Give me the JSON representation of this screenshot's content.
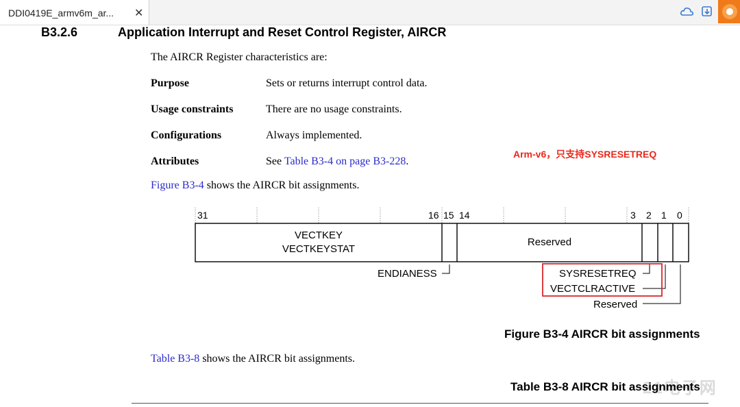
{
  "tab": {
    "title": "DDI0419E_armv6m_ar...",
    "close": "✕"
  },
  "toolbar": {
    "icons": [
      "cloud-icon",
      "download-icon",
      "app-logo-icon"
    ]
  },
  "section": {
    "number": "B3.2.6",
    "title": "Application Interrupt and Reset Control Register, AIRCR"
  },
  "intro": "The AIRCR Register characteristics are:",
  "props": [
    {
      "label": "Purpose",
      "value": "Sets or returns interrupt control data."
    },
    {
      "label": "Usage constraints",
      "value": "There are no usage constraints."
    },
    {
      "label": "Configurations",
      "value": "Always implemented."
    },
    {
      "label": "Attributes",
      "value_prefix": "See ",
      "value_link": "Table B3-4 on page B3-228",
      "value_suffix": "."
    }
  ],
  "figure_ref": {
    "link": "Figure B3-4",
    "text": " shows the AIRCR bit assignments."
  },
  "annotation": "Arm-v6，只支持SYSRESETREQ",
  "diagram": {
    "bit_labels": [
      "31",
      "16",
      "15",
      "14",
      "3",
      "2",
      "1",
      "0"
    ],
    "field_vectkey": [
      "VECTKEY",
      "VECTKEYSTAT"
    ],
    "field_reserved": "Reserved",
    "endianess": "ENDIANESS",
    "sysresetreq": "SYSRESETREQ",
    "vectclractive": "VECTCLRACTIVE",
    "reserved_bit0": "Reserved",
    "highlight_color": "#d9262c"
  },
  "figure_caption": "Figure B3-4 AIRCR bit assignments",
  "table_ref": {
    "link": "Table B3-8",
    "text": " shows the AIRCR bit assignments."
  },
  "table_caption": "Table B3-8 AIRCR bit assignments",
  "watermark": "电子网"
}
